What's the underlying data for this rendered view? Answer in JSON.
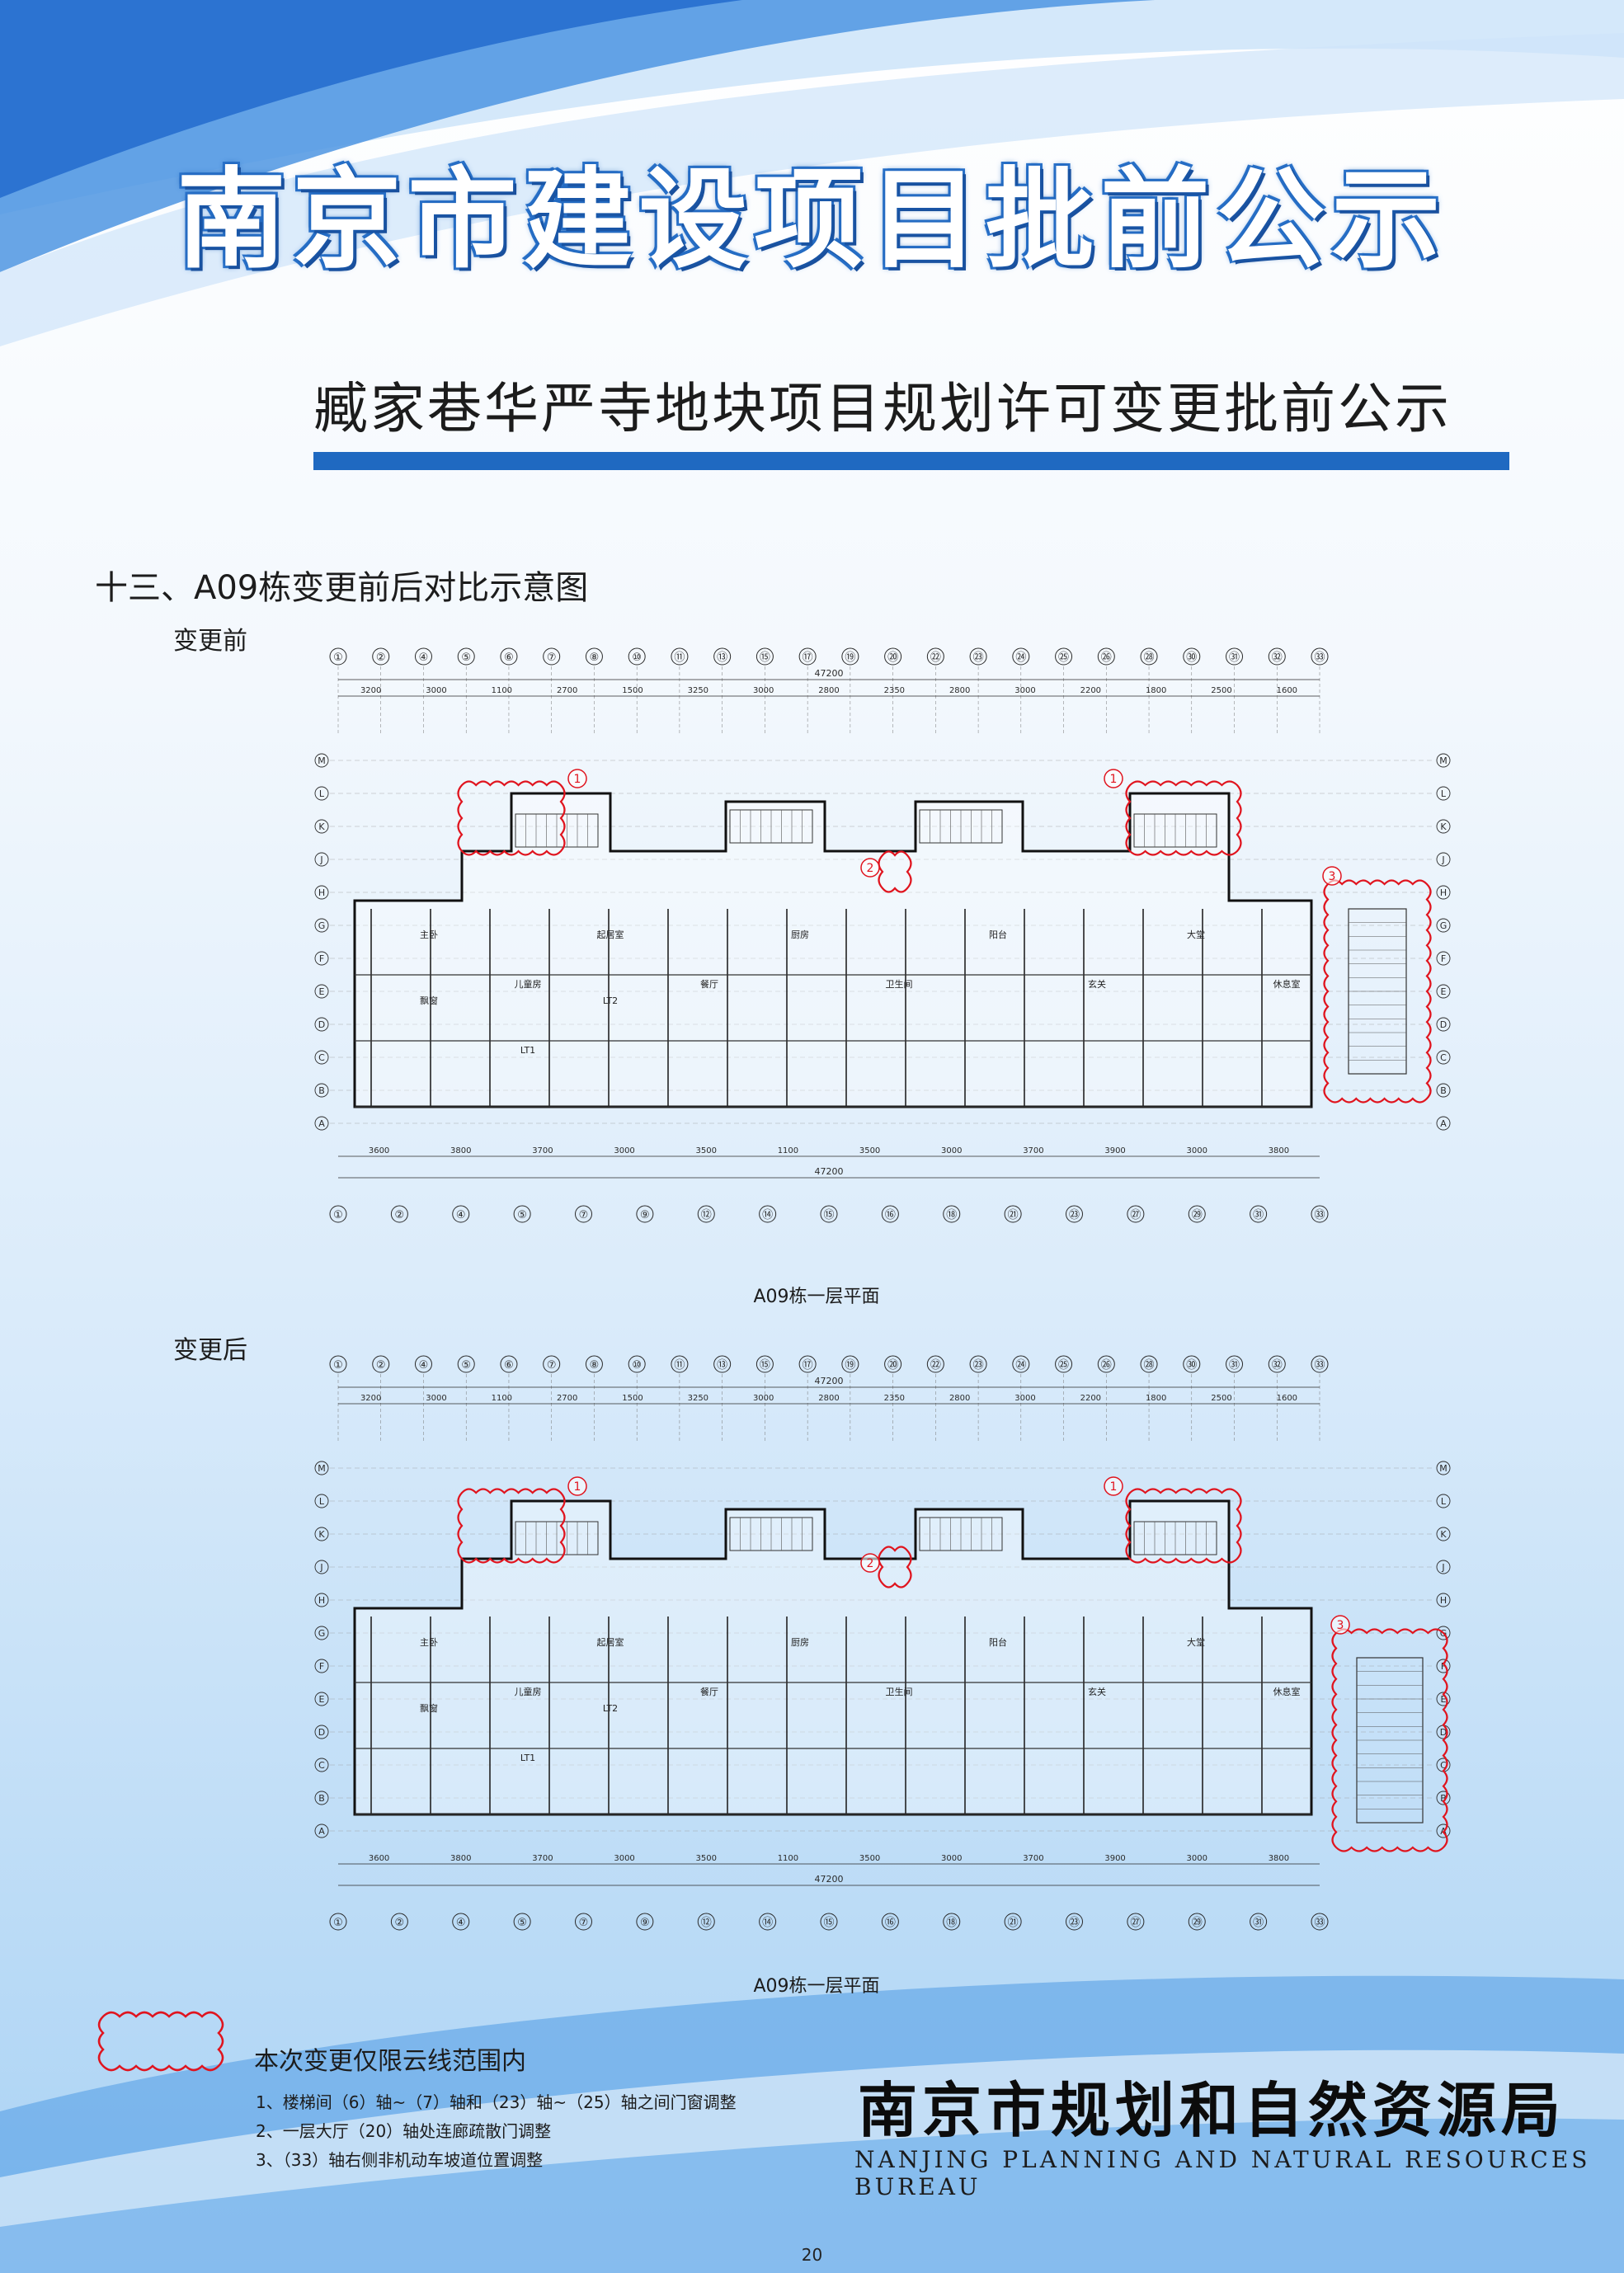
{
  "header": {
    "title": "南京市建设项目批前公示"
  },
  "subtitle": "臧家巷华严寺地块项目规划许可变更批前公示",
  "section": {
    "title": "十三、A09栋变更前后对比示意图",
    "before_label": "变更前",
    "after_label": "变更后",
    "plan_caption": "A09栋一层平面"
  },
  "plan": {
    "axis_top": [
      "①",
      "②",
      "④",
      "⑤",
      "⑥",
      "⑦",
      "⑧",
      "⑩",
      "⑪",
      "⑬",
      "⑮",
      "⑰",
      "⑲",
      "⑳",
      "㉒",
      "㉓",
      "㉔",
      "㉕",
      "㉖",
      "㉘",
      "㉚",
      "㉛",
      "㉜",
      "㉝"
    ],
    "axis_bottom": [
      "①",
      "②",
      "④",
      "⑤",
      "⑦",
      "⑨",
      "⑫",
      "⑭",
      "⑮",
      "⑯",
      "⑱",
      "㉑",
      "㉓",
      "㉗",
      "㉙",
      "㉛",
      "㉝"
    ],
    "axis_side": [
      "M",
      "L",
      "K",
      "J",
      "H",
      "G",
      "F",
      "E",
      "D",
      "C",
      "B",
      "A"
    ],
    "top_total": "47200",
    "bottom_total": "47200",
    "top_dims": [
      "3200",
      "3000",
      "1100",
      "2700",
      "1500",
      "3250",
      "3000",
      "2800",
      "2350",
      "2800",
      "3000",
      "2200",
      "1800",
      "2500",
      "1600"
    ],
    "bottom_dims": [
      "3600",
      "3800",
      "3700",
      "3000",
      "3500",
      "1100",
      "3500",
      "3000",
      "3700",
      "3900",
      "3000",
      "3800"
    ],
    "rooms": [
      "主卧",
      "儿童房",
      "起居室",
      "餐厅",
      "厨房",
      "卫生间",
      "阳台",
      "玄关",
      "大堂",
      "休息室",
      "飘窗",
      "LT1",
      "LT2"
    ],
    "markers": [
      "1",
      "1",
      "2",
      "3"
    ]
  },
  "legend": {
    "title": "本次变更仅限云线范围内",
    "items": [
      "1、楼梯间（6）轴~（7）轴和（23）轴~（25）轴之间门窗调整",
      "2、一层大厅（20）轴处连廊疏散门调整",
      "3、（33）轴右侧非机动车坡道位置调整"
    ]
  },
  "agency": {
    "name_zh": "南京市规划和自然资源局",
    "name_en": "NANJING PLANNING AND NATURAL RESOURCES BUREAU"
  },
  "page_number": "20",
  "colors": {
    "brand_blue": "#1f69c1",
    "cloud_red": "#e0141e",
    "line": "#2a2a2a"
  }
}
